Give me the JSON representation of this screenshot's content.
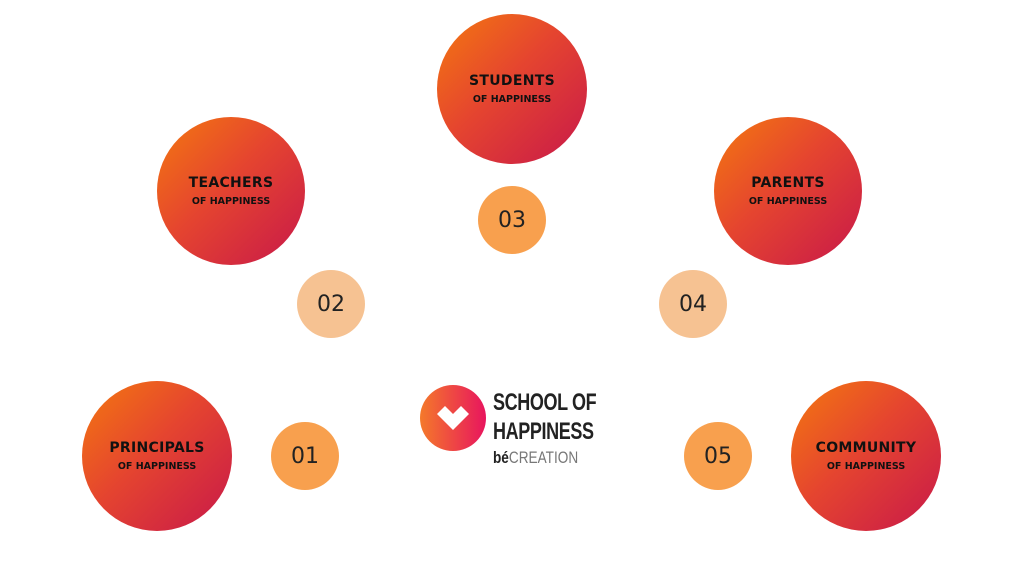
{
  "nodes": [
    {
      "number": "01",
      "title": "PRINCIPALS",
      "subtitle": "OF HAPPINESS"
    },
    {
      "number": "02",
      "title": "TEACHERS",
      "subtitle": "OF HAPPINESS"
    },
    {
      "number": "03",
      "title": "STUDENTS",
      "subtitle": "OF HAPPINESS"
    },
    {
      "number": "04",
      "title": "PARENTS",
      "subtitle": "OF HAPPINESS"
    },
    {
      "number": "05",
      "title": "COMMUNITY",
      "subtitle": "OF HAPPINESS"
    }
  ],
  "logo": {
    "line1": "SCHOOL OF",
    "line2": "HAPPINESS",
    "brand_a": "bé",
    "brand_b": "CREATION",
    "icon": "heart-check-icon"
  },
  "colors": {
    "gradient_start": "#f4790f",
    "gradient_end": "#c8184a",
    "number_fill": "#f8a04e",
    "number_fill_light": "#f6c292"
  }
}
